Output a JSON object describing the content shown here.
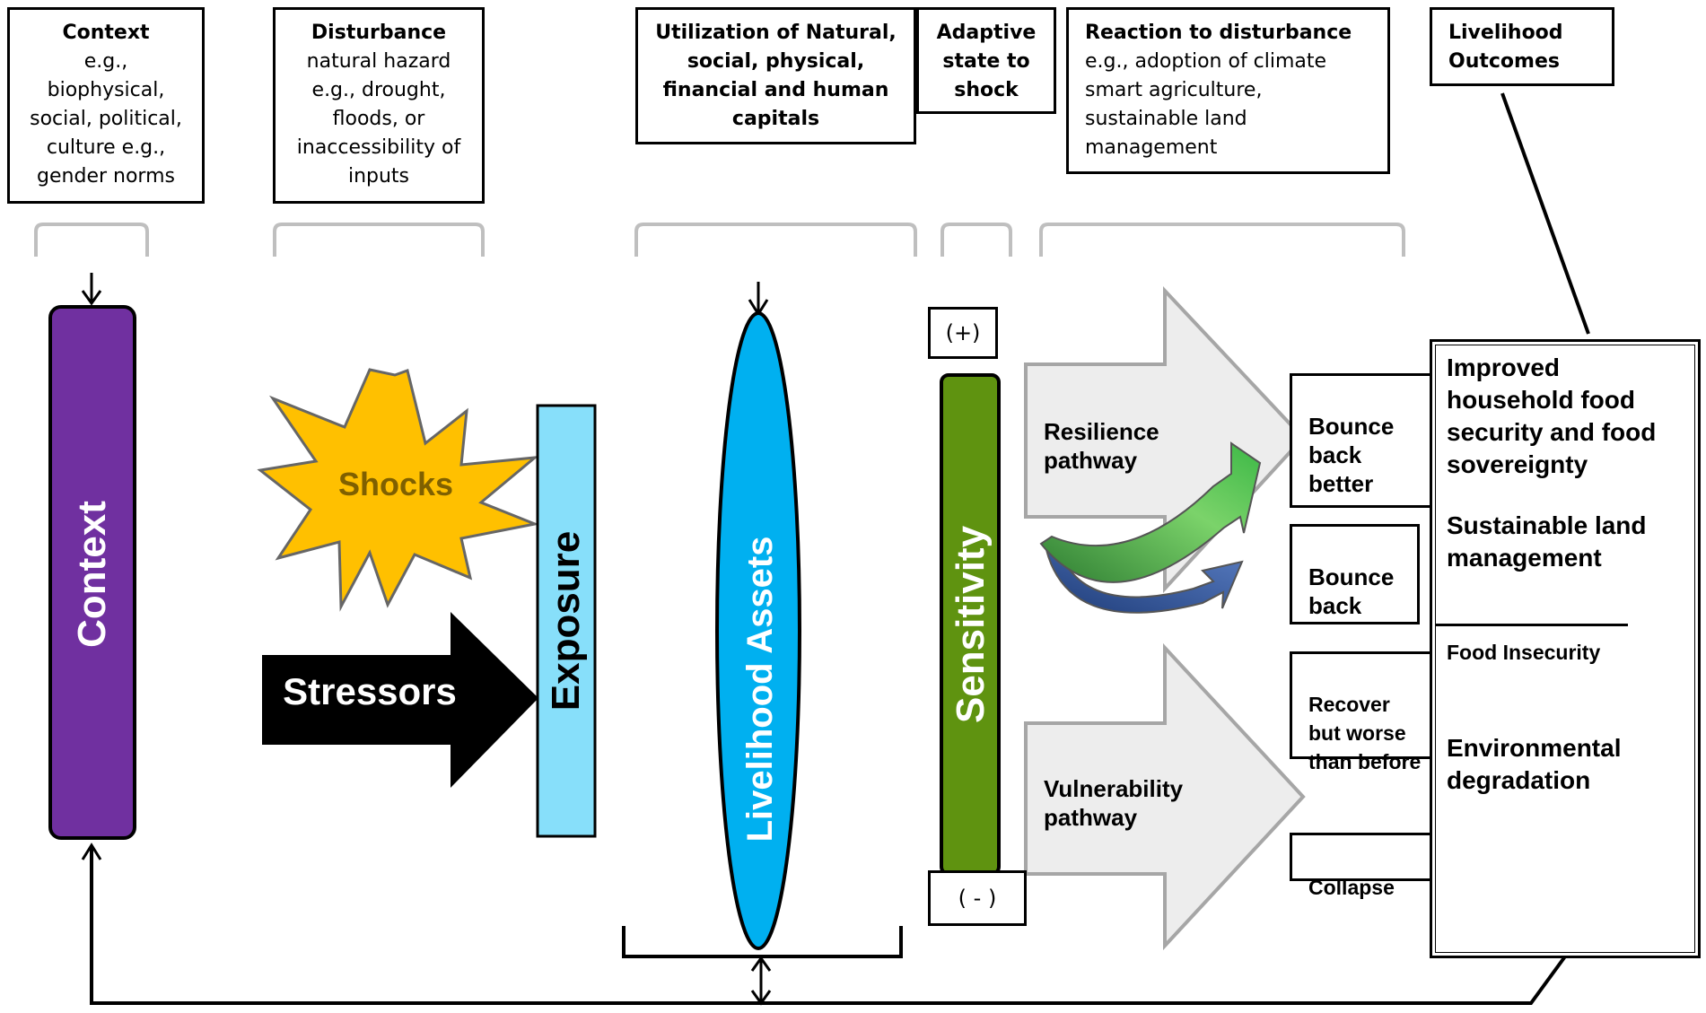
{
  "header_boxes": [
    {
      "title": "Context",
      "body": "e.g.,\nbiophysical,\nsocial, political,\nculture e.g.,\ngender norms"
    },
    {
      "title": "Disturbance",
      "body": "natural hazard\ne.g., drought,\nfloods, or\ninaccessibility of\ninputs"
    },
    {
      "title": "Utilization of Natural,\nsocial, physical,\nfinancial and human\ncapitals",
      "body": ""
    },
    {
      "title": "Adaptive\nstate to\nshock",
      "body": ""
    },
    {
      "title": "Reaction to disturbance",
      "body": "e.g., adoption of climate\nsmart  agriculture,\nsustainable land\nmanagement"
    },
    {
      "title": "Livelihood\nOutcomes",
      "body": ""
    }
  ],
  "bars": {
    "context": "Context",
    "exposure": "Exposure",
    "livelihood_assets": "Livelihood Assets",
    "sensitivity": "Sensitivity"
  },
  "shocks": "Shocks",
  "stressors": "Stressors",
  "signs": {
    "plus": "(+)",
    "minus": "( - )"
  },
  "pathways": {
    "resilience": "Resilience\npathway",
    "vulnerability": "Vulnerability\npathway"
  },
  "outcome_states": {
    "bounce_back_better": "Bounce\nback\nbetter",
    "bounce_back": "Bounce\nback",
    "recover_worse": "Recover\nbut worse\nthan before",
    "collapse": "Collapse"
  },
  "outcomes": {
    "food_security": "Improved\nhousehold food\nsecurity and food\nsovereignty",
    "sustainable_land": "Sustainable land\nmanagement",
    "food_insecurity": "Food Insecurity",
    "env_degradation": "Environmental\ndegradation"
  },
  "colors": {
    "context": "#7030a0",
    "exposure": "#87dffa",
    "assets": "#00b0f0",
    "sensitivity": "#5f9310",
    "shocks": "#ffc000",
    "shocks_text": "#7f6000",
    "pathway_arrow": "#ededed",
    "bracket": "#bfbfbf",
    "green_arrow": "#3cb846",
    "blue_arrow": "#2f5597"
  }
}
